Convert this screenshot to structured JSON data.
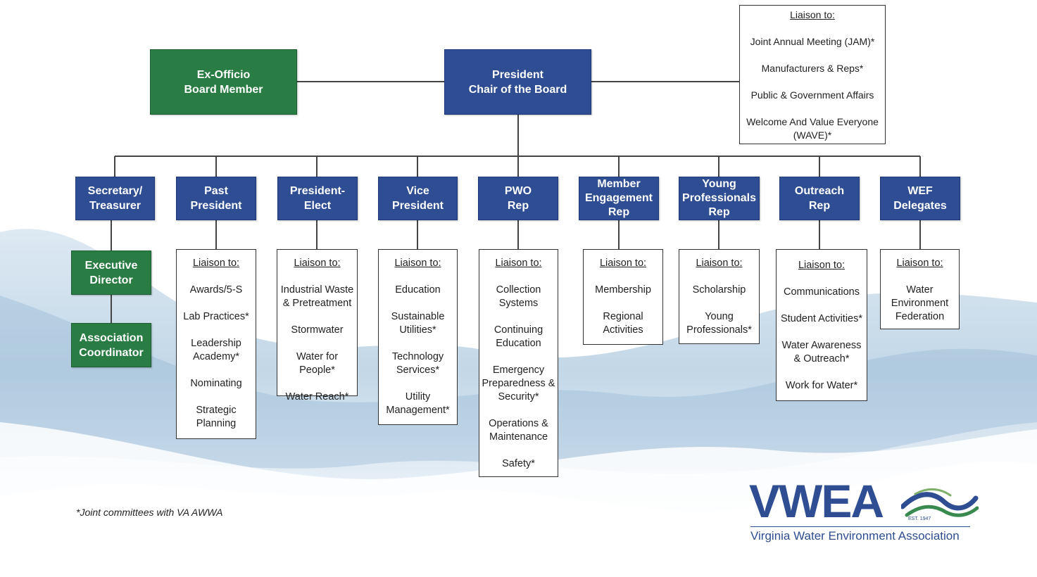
{
  "top_liaison": {
    "header": "Liaison to:",
    "items": [
      "Joint Annual Meeting (JAM)*",
      "Manufacturers & Reps*",
      "Public & Government Affairs",
      "Welcome And Value Everyone\n(WAVE)*"
    ]
  },
  "ex_officio": [
    "Ex-Officio",
    "Board Member"
  ],
  "president": [
    "President",
    "Chair of the Board"
  ],
  "positions": [
    {
      "lines": [
        "Secretary/",
        "Treasurer"
      ]
    },
    {
      "lines": [
        "Past",
        "President"
      ]
    },
    {
      "lines": [
        "President-",
        "Elect"
      ]
    },
    {
      "lines": [
        "Vice",
        "President"
      ]
    },
    {
      "lines": [
        "PWO",
        "Rep"
      ]
    },
    {
      "lines": [
        "Member",
        "Engagement",
        "Rep"
      ]
    },
    {
      "lines": [
        "Young",
        "Professionals",
        "Rep"
      ]
    },
    {
      "lines": [
        "Outreach",
        "Rep"
      ]
    },
    {
      "lines": [
        "WEF",
        "Delegates"
      ]
    }
  ],
  "staff": {
    "executive_director": [
      "Executive",
      "Director"
    ],
    "association_coordinator": [
      "Association",
      "Coordinator"
    ]
  },
  "liaisons": {
    "header": "Liaison to:",
    "past_president": [
      "Awards/5-S",
      "Lab Practices*",
      "Leadership\nAcademy*",
      "Nominating",
      "Strategic\nPlanning"
    ],
    "president_elect": [
      "Industrial Waste\n& Pretreatment",
      "Stormwater",
      "Water for People*",
      "Water Reach*"
    ],
    "vice_president": [
      "Education",
      "Sustainable\nUtilities*",
      "Technology\nServices*",
      "Utility\nManagement*"
    ],
    "pwo_rep": [
      "Collection\nSystems",
      "Continuing\nEducation",
      "Emergency\nPreparedness &\nSecurity*",
      "Operations &\nMaintenance",
      "Safety*"
    ],
    "member_engagement": [
      "Membership",
      "Regional\nActivities"
    ],
    "young_professionals": [
      "Scholarship",
      "Young\nProfessionals*"
    ],
    "outreach": [
      "Communications",
      "Student Activities*",
      "Water Awareness\n& Outreach*",
      "Work for Water*"
    ],
    "wef_delegates": [
      "Water\nEnvironment\nFederation"
    ]
  },
  "footnote": "*Joint committees with VA AWWA",
  "logo": {
    "wordmark": "VWEA",
    "established": "EST. 1947",
    "name": "Virginia Water Environment Association"
  },
  "colors": {
    "navy": "#2e4d93",
    "green": "#2a7c45",
    "water": "#a9c6dd"
  }
}
